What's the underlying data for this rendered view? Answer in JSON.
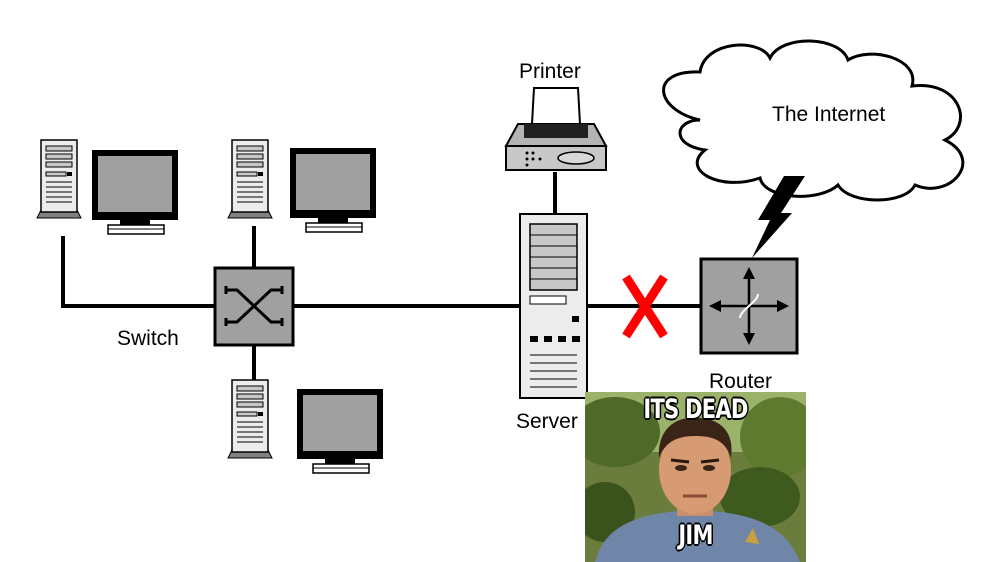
{
  "labels": {
    "printer": "Printer",
    "internet": "The Internet",
    "switch": "Switch",
    "router": "Router",
    "server": "Server"
  },
  "meme": {
    "top_text": "ITS DEAD",
    "bottom_text": "JIM"
  },
  "colors": {
    "link": "#000000",
    "device_gray": "#a0a0a0",
    "broken_link_x": "#ff0000"
  }
}
